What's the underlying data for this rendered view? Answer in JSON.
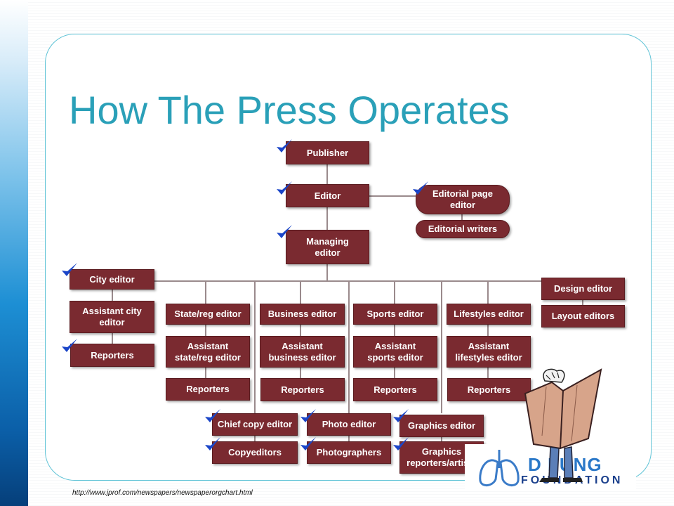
{
  "slide": {
    "title": "How The Press Operates",
    "source_url": "http://www.jprof.com/newspapers/newspaperorgchart.html"
  },
  "org_chart": {
    "nodes": {
      "publisher": "Publisher",
      "editor": "Editor",
      "editorial_page_editor": "Editorial page\neditor",
      "editorial_writers": "Editorial writers",
      "managing_editor": "Managing\neditor",
      "city_editor": "City editor",
      "assistant_city_editor": "Assistant city\neditor",
      "city_reporters": "Reporters",
      "state_reg_editor": "State/reg editor",
      "assistant_state_reg_editor": "Assistant\nstate/reg editor",
      "state_reporters": "Reporters",
      "business_editor": "Business editor",
      "assistant_business_editor": "Assistant\nbusiness editor",
      "business_reporters": "Reporters",
      "sports_editor": "Sports editor",
      "assistant_sports_editor": "Assistant\nsports editor",
      "sports_reporters": "Reporters",
      "lifestyles_editor": "Lifestyles editor",
      "assistant_lifestyles_editor": "Assistant\nlifestyles editor",
      "lifestyles_reporters": "Reporters",
      "design_editor": "Design editor",
      "layout_editors": "Layout editors",
      "chief_copy_editor": "Chief copy editor",
      "copyeditors": "Copyeditors",
      "photo_editor": "Photo editor",
      "photographers": "Photographers",
      "graphics_editor": "Graphics editor",
      "graphics_reporters_artists": "Graphics\nreporters/artists"
    }
  },
  "logo": {
    "top_text": "D LUNG",
    "bottom_text": "FOUNDATION"
  },
  "colors": {
    "box_fill": "#7a2a30",
    "title": "#2aa0b8",
    "check": "#1a45c8",
    "frame": "#5fc3d6"
  }
}
